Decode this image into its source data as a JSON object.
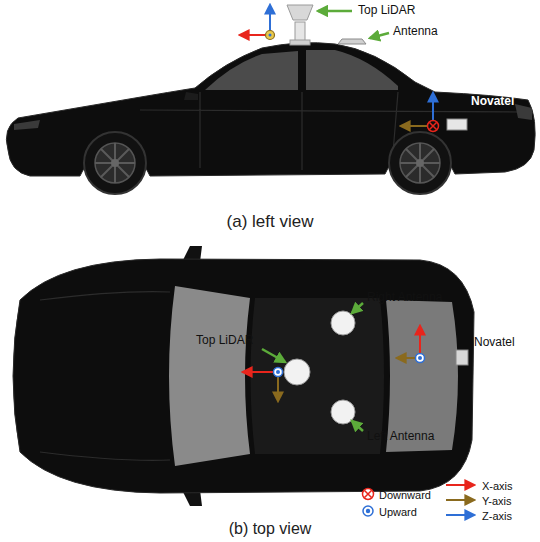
{
  "diagram": {
    "labels": [
      "Top LiDAR",
      "Antenna",
      "Novatel",
      "(a) left view",
      "Right Antenna",
      "Top LiDAR",
      "Novatel",
      "Left Antenna",
      "(b) top view"
    ],
    "legend": [
      {
        "text": "Downward"
      },
      {
        "text": "Upward"
      },
      {
        "text": "X-axis"
      },
      {
        "text": "Y-axis"
      },
      {
        "text": "Z-axis"
      }
    ]
  }
}
